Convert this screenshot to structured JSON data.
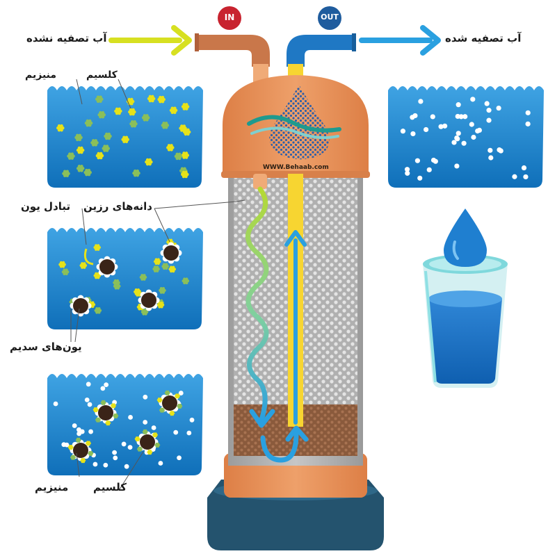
{
  "labels": {
    "in": "IN",
    "out": "OUT",
    "untreated_water": "آب تصفیه نشده",
    "treated_water": "آب تصفیه شده",
    "magnesium_top": "منیزیم",
    "calcium_top": "کلسیم",
    "resin_beads": "دانه‌های رزین",
    "ion_exchange": "تبادل یون",
    "sodium_ions": "یون‌های سدیم",
    "magnesium_bottom": "منیزیم",
    "calcium_bottom": "کلسیم",
    "website": "WWW.Behaab.com"
  },
  "colors": {
    "water_blue": "#1e88d0",
    "tank_orange": "#e8935a",
    "in_pipe": "#c9774a",
    "out_pipe": "#1f78c4",
    "arrow_in": "#d7e021",
    "arrow_out": "#2aa0e0",
    "badge_red": "#c8232f",
    "badge_blue": "#1f5c9e",
    "base_dark": "#24536e",
    "resin_brown": "#8a5a3c",
    "calcium_yellow": "#e6e21a",
    "magnesium_green": "#8bbf5a"
  }
}
